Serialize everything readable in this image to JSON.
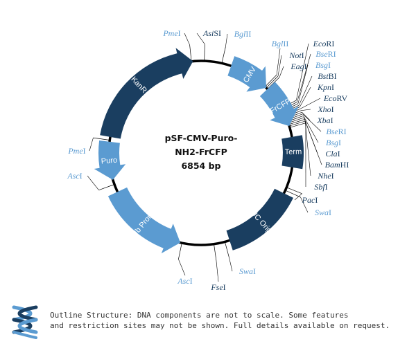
{
  "title": {
    "line1": "pSF-CMV-Puro-",
    "line2": "NH2-FrCFP",
    "size": "6854 bp"
  },
  "colors": {
    "dark": "#1a3e60",
    "light": "#5b9bd1",
    "backbone": "#000000"
  },
  "features": [
    {
      "label": "KanR",
      "color": "dark",
      "direction": "cw"
    },
    {
      "label": "CMV",
      "color": "light",
      "direction": "cw"
    },
    {
      "label": "FrCFP",
      "color": "light",
      "direction": "cw"
    },
    {
      "label": "Term",
      "color": "dark",
      "direction": "none"
    },
    {
      "label": "pUC Origin",
      "color": "dark",
      "direction": "none"
    },
    {
      "label": "Ub Prom",
      "color": "light",
      "direction": "ccw"
    },
    {
      "label": "Puro",
      "color": "light",
      "direction": "ccw"
    }
  ],
  "sites": [
    {
      "italic": "Pme",
      "roman": "I",
      "color": "light"
    },
    {
      "italic": "Asi",
      "roman": "SI",
      "color": "dark"
    },
    {
      "italic": "Bgl",
      "roman": "II",
      "color": "light"
    },
    {
      "italic": "Bgl",
      "roman": "II",
      "color": "light"
    },
    {
      "italic": "Not",
      "roman": "I",
      "color": "dark"
    },
    {
      "italic": "Eag",
      "roman": "I",
      "color": "dark"
    },
    {
      "italic": "Eco",
      "roman": "RI",
      "color": "dark"
    },
    {
      "italic": "Bse",
      "roman": "RI",
      "color": "light"
    },
    {
      "italic": "Bsg",
      "roman": "I",
      "color": "light"
    },
    {
      "italic": "Bst",
      "roman": "BI",
      "color": "dark"
    },
    {
      "italic": "Kpn",
      "roman": "I",
      "color": "dark"
    },
    {
      "italic": "Eco",
      "roman": "RV",
      "color": "dark"
    },
    {
      "italic": "Xho",
      "roman": "I",
      "color": "dark"
    },
    {
      "italic": "Xba",
      "roman": "I",
      "color": "dark"
    },
    {
      "italic": "Bse",
      "roman": "RI",
      "color": "light"
    },
    {
      "italic": "Bsg",
      "roman": "I",
      "color": "light"
    },
    {
      "italic": "Cla",
      "roman": "I",
      "color": "dark"
    },
    {
      "italic": "Bam",
      "roman": "HI",
      "color": "dark"
    },
    {
      "italic": "Nhe",
      "roman": "I",
      "color": "dark"
    },
    {
      "italic": "Sbf",
      "roman": "I",
      "color": "dark"
    },
    {
      "italic": "Pac",
      "roman": "I",
      "color": "dark"
    },
    {
      "italic": "Swa",
      "roman": "I",
      "color": "light"
    },
    {
      "italic": "Swa",
      "roman": "I",
      "color": "light"
    },
    {
      "italic": "Fse",
      "roman": "I",
      "color": "dark"
    },
    {
      "italic": "Asc",
      "roman": "I",
      "color": "light"
    },
    {
      "italic": "Asc",
      "roman": "I",
      "color": "light"
    },
    {
      "italic": "Pme",
      "roman": "I",
      "color": "light"
    }
  ],
  "footer": {
    "line1": "Outline Structure: DNA components are not to scale. Some features",
    "line2": "and restriction sites may not be shown. Full details available on request."
  }
}
